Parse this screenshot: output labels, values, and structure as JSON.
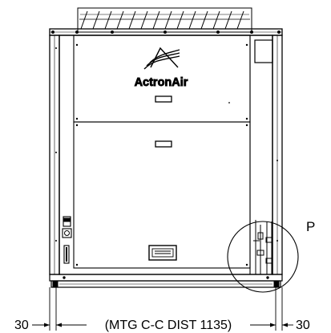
{
  "drawing": {
    "brand": "ActronAir",
    "detail_label": "P",
    "dimensions": {
      "left": "30",
      "centre": "(MTG C-C DIST 1135)",
      "right": "30"
    }
  }
}
